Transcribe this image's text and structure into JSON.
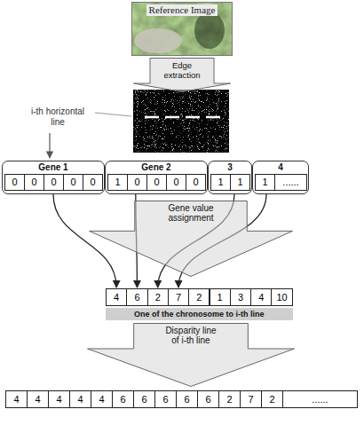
{
  "diagram": {
    "nodes": [
      {
        "text": [
          "Reference Image"
        ]
      },
      {
        "text": [
          "Edge extraction"
        ]
      },
      {
        "text": [
          "Gene 1"
        ]
      },
      {
        "text": [
          "Gene 2"
        ]
      },
      {
        "text": [
          "3"
        ]
      },
      {
        "text": [
          "4"
        ]
      },
      {
        "text": [
          "Gene value assignment"
        ]
      },
      {
        "text": [
          "4"
        ]
      },
      {
        "text": [
          "6"
        ]
      },
      {
        "text": [
          "2"
        ]
      },
      {
        "text": [
          "7"
        ]
      },
      {
        "text": [
          "2"
        ]
      },
      {
        "text": [
          "1"
        ]
      },
      {
        "text": [
          "3"
        ]
      },
      {
        "text": [
          "4"
        ]
      },
      {
        "text": [
          "10"
        ]
      },
      {
        "text": [
          "One of the chronosome to i-th line"
        ]
      },
      {
        "text": [
          "Disparity line of i-th line"
        ]
      }
    ],
    "edges": [
      {
        "from": 2,
        "to": 7,
        "arrow": "to"
      },
      {
        "from": 3,
        "to": 8,
        "arrow": "to"
      },
      {
        "from": 4,
        "to": 9,
        "arrow": "to"
      },
      {
        "from": 5,
        "to": 10,
        "arrow": "to"
      }
    ],
    "labels": [
      "i-th horizontal line",
      "0",
      "0",
      "0",
      "0",
      "0",
      "1",
      "0",
      "0",
      "0",
      "0",
      "1",
      "1",
      "1",
      "......",
      "4",
      "4",
      "4",
      "4",
      "4",
      "6",
      "6",
      "6",
      "6",
      "6",
      "2",
      "7",
      "2",
      "......"
    ]
  }
}
